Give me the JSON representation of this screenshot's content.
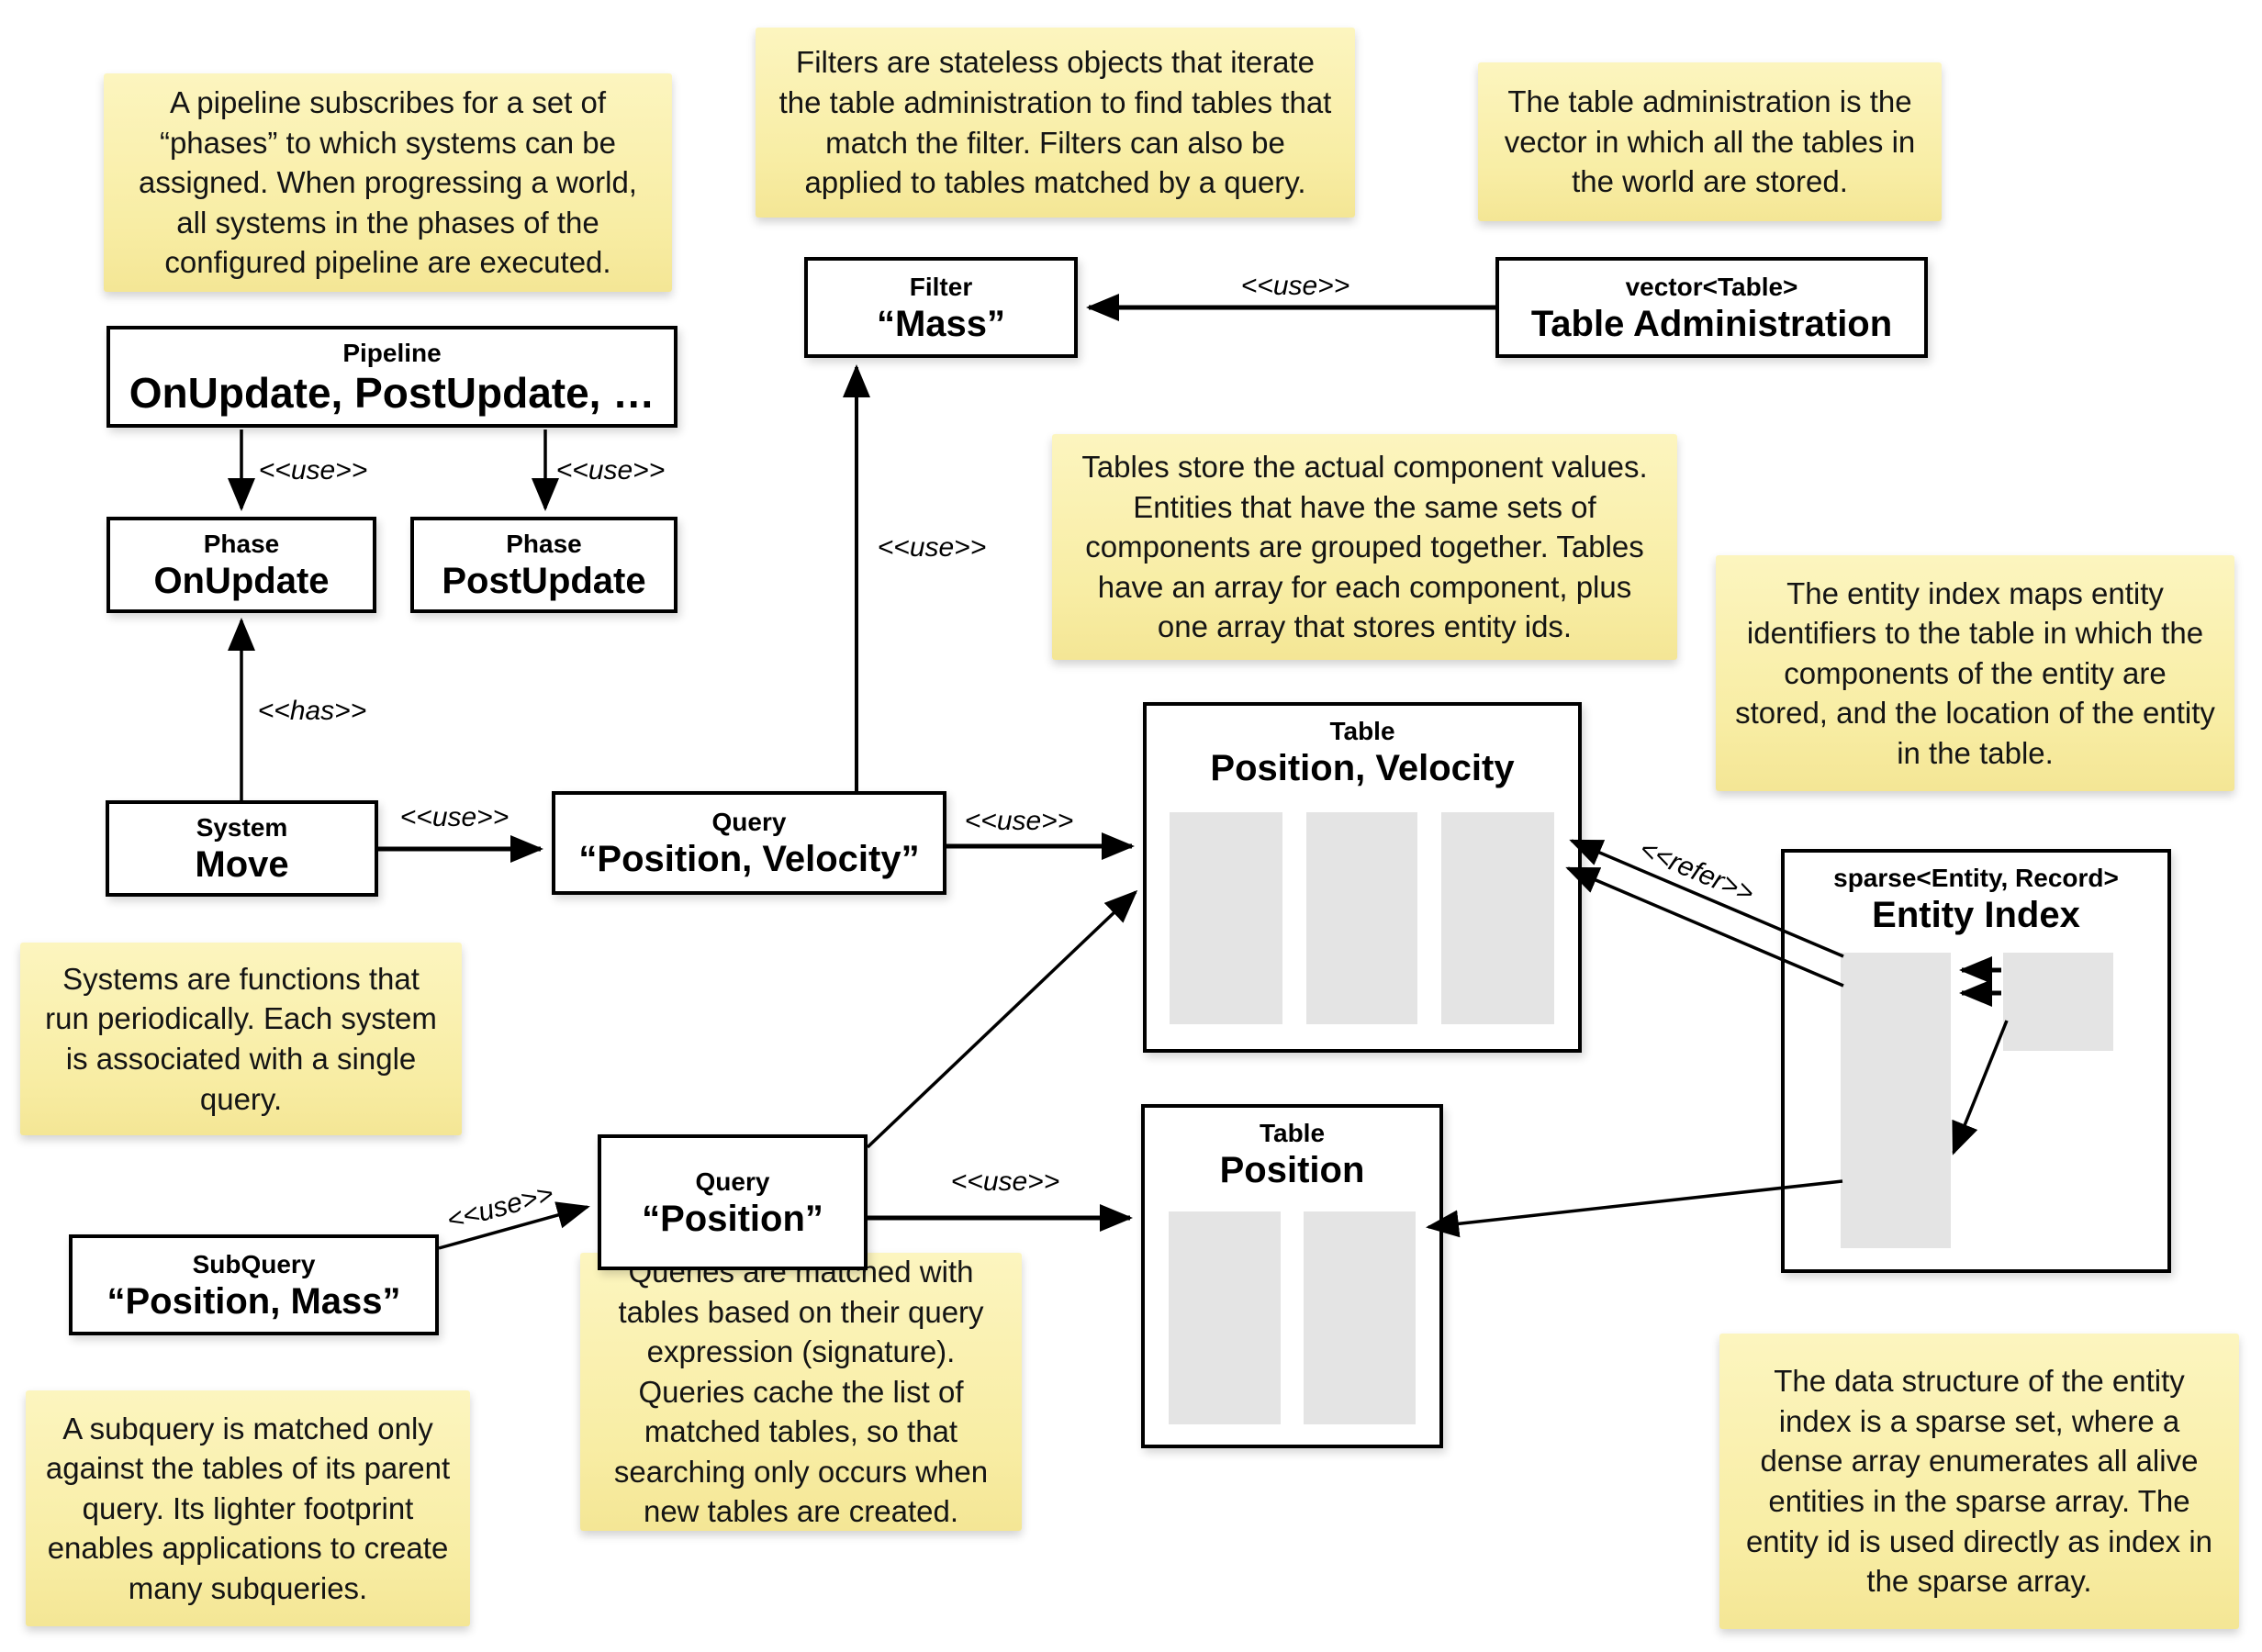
{
  "notes": {
    "pipeline": {
      "text": "A pipeline subscribes for a set of “phases” to which systems can be assigned. When progressing a world, all systems in the phases of the configured pipeline are executed."
    },
    "filters": {
      "text": "Filters are stateless objects that iterate the table administration to find tables that match the filter. Filters can also be applied to tables matched by a query."
    },
    "table_admin": {
      "text": "The table administration is the vector in which all the tables in the world are stored."
    },
    "tables": {
      "text": "Tables store the actual component values. Entities that have the same sets of components are grouped together. Tables have an array for each component, plus one array that stores entity ids."
    },
    "entity_index": {
      "text": "The entity index maps entity identifiers to the table in which the components of the entity are stored, and the location of the entity in the table."
    },
    "systems": {
      "text": "Systems are functions that run periodically. Each system is associated with a single query."
    },
    "queries": {
      "text": "Queries are matched with tables based on their query expression (signature). Queries cache the list of matched tables, so that searching only occurs when new tables are created."
    },
    "subquery": {
      "text": "A subquery is matched only against the tables of its parent query. Its lighter footprint enables applications to create many subqueries."
    },
    "sparse_set": {
      "text": "The data structure of the entity index is a sparse set, where a dense array enumerates all alive entities in the sparse array. The entity id is used directly as index in the sparse array."
    }
  },
  "boxes": {
    "pipeline": {
      "stereotype": "Pipeline",
      "name": "OnUpdate, PostUpdate, …"
    },
    "phase_onupdate": {
      "stereotype": "Phase",
      "name": "OnUpdate"
    },
    "phase_postupdate": {
      "stereotype": "Phase",
      "name": "PostUpdate"
    },
    "filter_mass": {
      "stereotype": "Filter",
      "name": "“Mass”"
    },
    "table_admin": {
      "stereotype": "vector<Table>",
      "name": "Table Administration"
    },
    "system_move": {
      "stereotype": "System",
      "name": "Move"
    },
    "query_pos_vel": {
      "stereotype": "Query",
      "name": "“Position, Velocity”"
    },
    "table_pos_vel": {
      "stereotype": "Table",
      "name": "Position, Velocity"
    },
    "query_pos": {
      "stereotype": "Query",
      "name": "“Position”"
    },
    "subquery": {
      "stereotype": "SubQuery",
      "name": "“Position, Mass”"
    },
    "table_pos": {
      "stereotype": "Table",
      "name": "Position"
    },
    "entity_index": {
      "stereotype": "sparse<Entity, Record>",
      "name": "Entity Index"
    }
  },
  "edge_labels": {
    "use": "<<use>>",
    "has": "<<has>>",
    "refer": "<<refer>>"
  }
}
